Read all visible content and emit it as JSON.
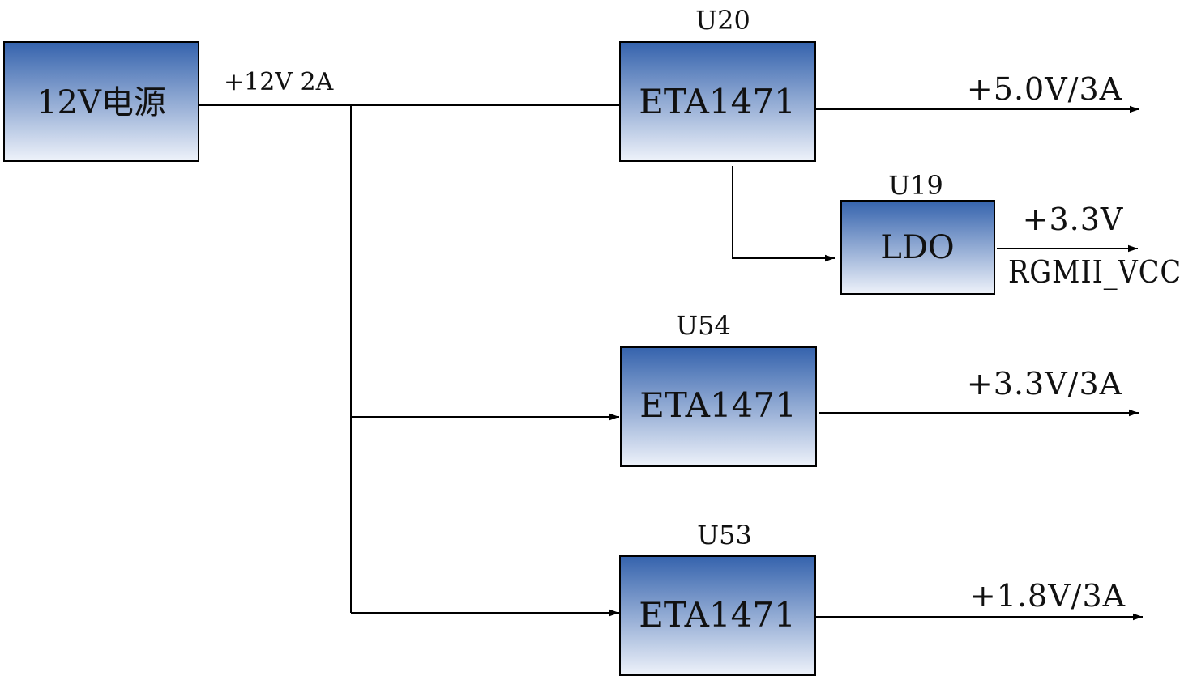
{
  "colors": {
    "box_top": "#3563ad",
    "box_bottom": "#eef2fa",
    "line": "#000000",
    "text": "#111111"
  },
  "source": {
    "label": "12V电源"
  },
  "bus": {
    "label": "+12V 2A"
  },
  "blocks": [
    {
      "id": "U20",
      "ref": "U20",
      "label": "ETA1471",
      "output": "+5.0V/3A"
    },
    {
      "id": "U19",
      "ref": "U19",
      "label": "LDO",
      "output": "+3.3V",
      "output_sub": "RGMII_VCC"
    },
    {
      "id": "U54",
      "ref": "U54",
      "label": "ETA1471",
      "output": "+3.3V/3A"
    },
    {
      "id": "U53",
      "ref": "U53",
      "label": "ETA1471",
      "output": "+1.8V/3A"
    }
  ]
}
